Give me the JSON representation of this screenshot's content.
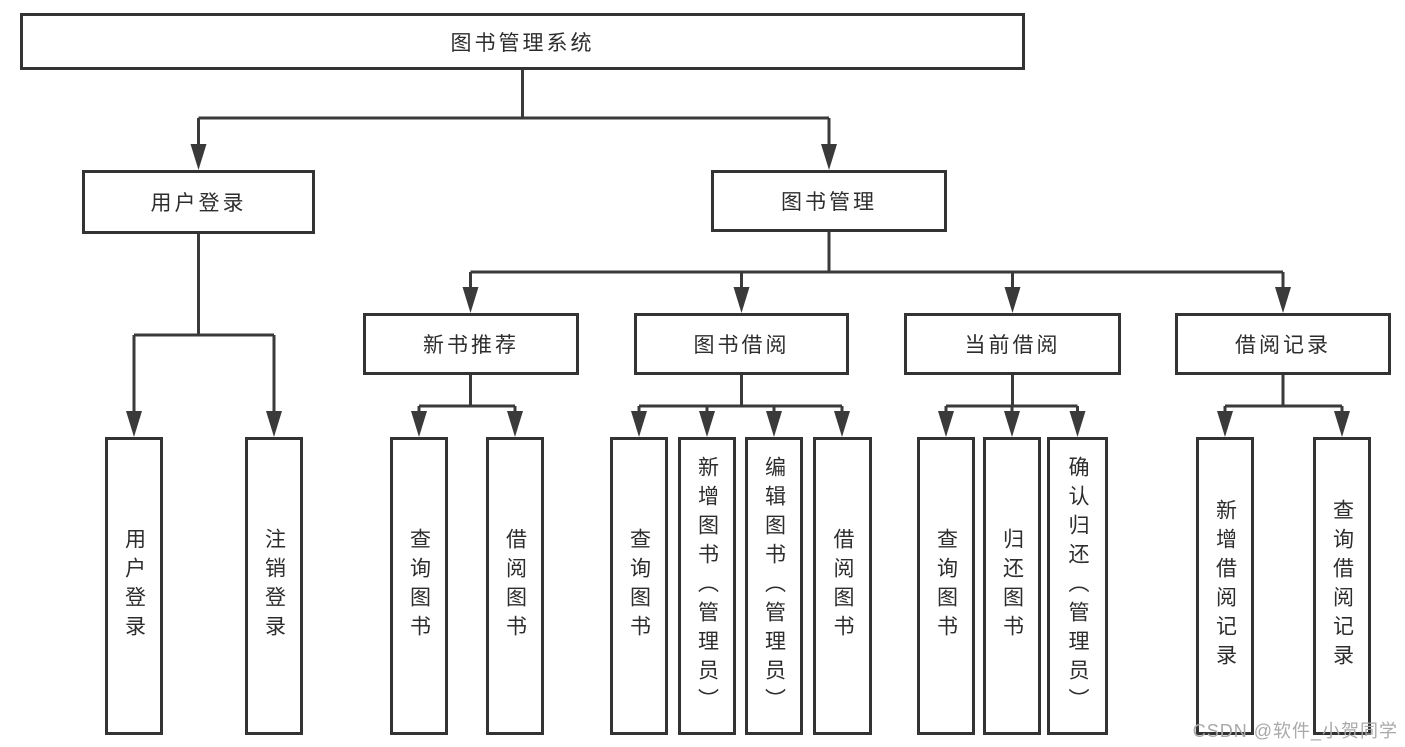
{
  "diagram": {
    "root": {
      "label": "图书管理系统"
    },
    "level2": [
      {
        "label": "用户登录"
      },
      {
        "label": "图书管理"
      }
    ],
    "level3": [
      {
        "label": "新书推荐"
      },
      {
        "label": "图书借阅"
      },
      {
        "label": "当前借阅"
      },
      {
        "label": "借阅记录"
      }
    ],
    "leaves": {
      "login": [
        {
          "label": "用户登录"
        },
        {
          "label": "注销登录"
        }
      ],
      "recommend": [
        {
          "label": "查询图书"
        },
        {
          "label": "借阅图书"
        }
      ],
      "borrow": [
        {
          "label": "查询图书"
        },
        {
          "label": "新增图书（管理员）"
        },
        {
          "label": "编辑图书（管理员）"
        },
        {
          "label": "借阅图书"
        }
      ],
      "current": [
        {
          "label": "查询图书"
        },
        {
          "label": "归还图书"
        },
        {
          "label": "确认归还（管理员）"
        }
      ],
      "records": [
        {
          "label": "新增借阅记录"
        },
        {
          "label": "查询借阅记录"
        }
      ]
    },
    "watermark": "CSDN @软件_小贺同学",
    "colors": {
      "line": "#3a3a3a",
      "border": "#333333",
      "text": "#2d2d2d",
      "watermark": "#a9a9a9",
      "background": "#ffffff"
    }
  }
}
